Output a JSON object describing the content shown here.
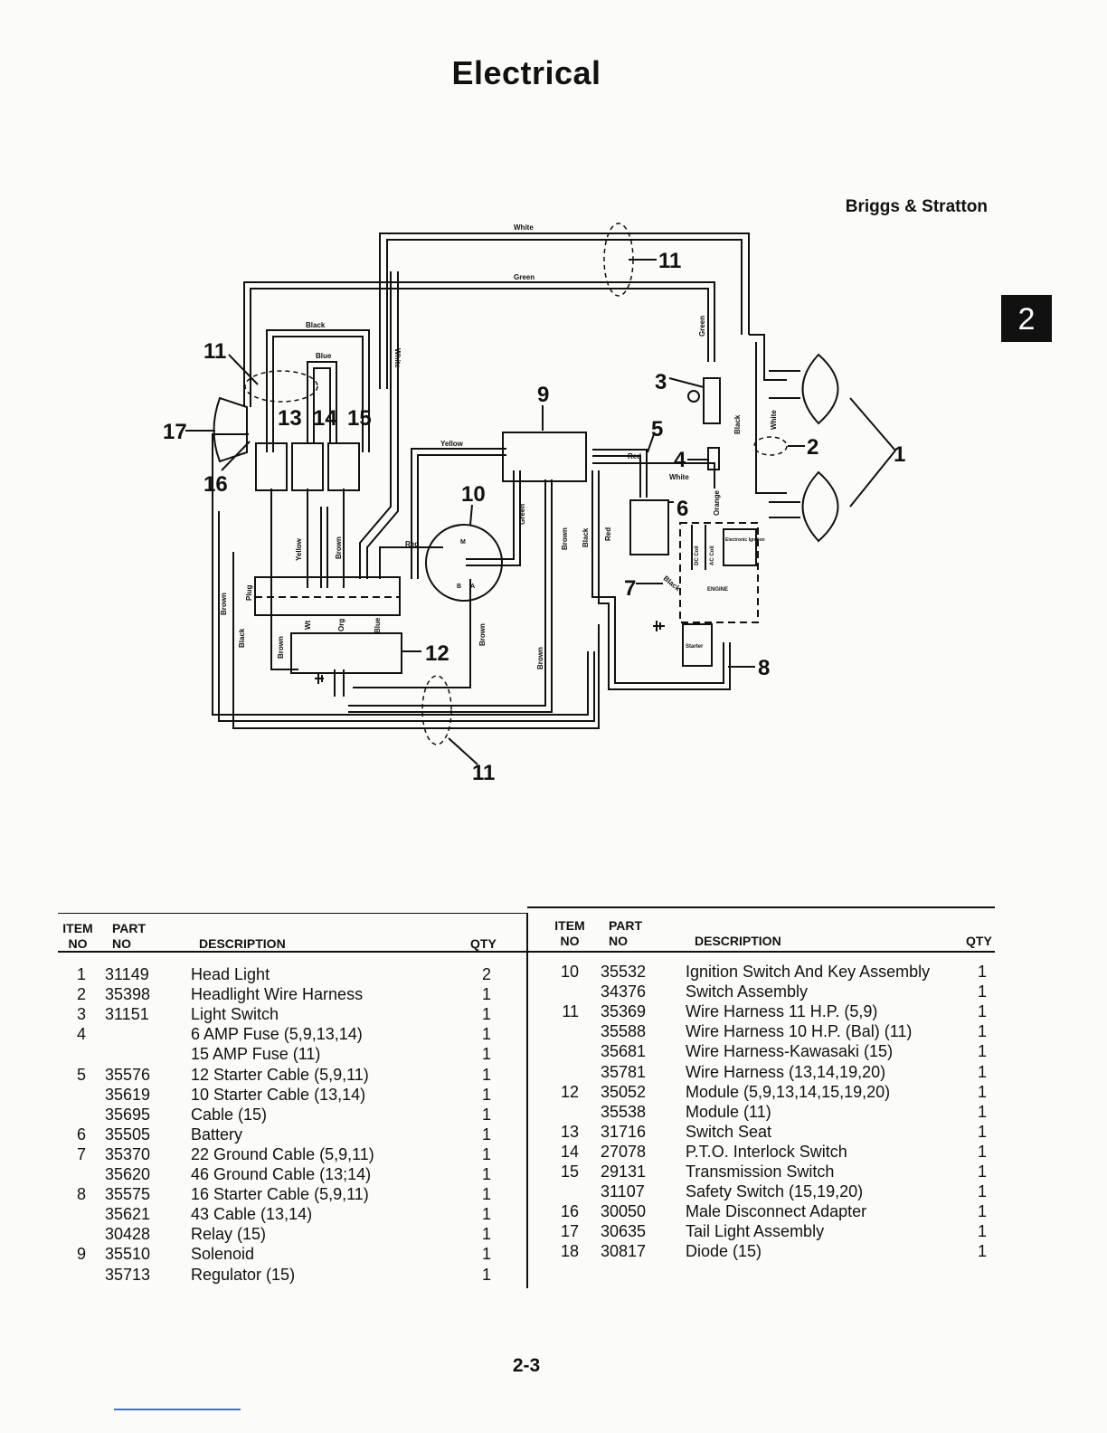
{
  "page": {
    "title": "Electrical",
    "brand": "Briggs & Stratton",
    "section_tab": "2",
    "page_number": "2-3"
  },
  "diagram": {
    "wire_labels": {
      "white_top": "White",
      "green_top": "Green",
      "black_top": "Black",
      "blue_top": "Blue",
      "white_vert": "White",
      "yellow_h": "Yellow",
      "red_h": "Red",
      "white_h": "White",
      "green_v": "Green",
      "black_v": "Black",
      "white_v": "White",
      "orange_v": "Orange",
      "red_ign": "Red",
      "yellow_v": "Yellow",
      "brown_v": "Brown",
      "green_mid": "Green",
      "brown_mid": "Brown",
      "black_mid": "Black",
      "red_mid": "Red",
      "brown_left": "Brown",
      "plug": "Plug",
      "black_left": "Black",
      "brown_low": "Brown",
      "wt": "Wt",
      "org": "Org",
      "blue_low": "Blue",
      "brown_r": "Brown",
      "brown_r2": "Brown",
      "black_diag": "Black",
      "dc_coil": "DC Coil",
      "ac_coil": "AC Coil",
      "electronic_ignition": "Electronic Ignition",
      "engine": "ENGINE",
      "starter": "Starter",
      "key_m": "M",
      "key_b": "B",
      "key_a": "A"
    },
    "callouts": {
      "c1": "1",
      "c2": "2",
      "c3": "3",
      "c4": "4",
      "c5": "5",
      "c6": "6",
      "c7": "7",
      "c8": "8",
      "c9": "9",
      "c10": "10",
      "c11a": "11",
      "c11b": "11",
      "c11c": "11",
      "c12": "12",
      "c13": "13",
      "c14": "14",
      "c15": "15",
      "c16": "16",
      "c17": "17"
    }
  },
  "parts_table": {
    "headers": {
      "item_line1": "ITEM",
      "item_line2": "NO",
      "part_line1": "PART",
      "part_line2": "NO",
      "description": "DESCRIPTION",
      "qty": "QTY"
    },
    "left": [
      {
        "item": "1",
        "part": "31149",
        "desc": "Head Light",
        "qty": "2"
      },
      {
        "item": "2",
        "part": "35398",
        "desc": "Headlight Wire Harness",
        "qty": "1"
      },
      {
        "item": "3",
        "part": "31151",
        "desc": "Light Switch",
        "qty": "1"
      },
      {
        "item": "4",
        "part": "",
        "desc": "6 AMP Fuse (5,9,13,14)",
        "qty": "1"
      },
      {
        "item": "",
        "part": "",
        "desc": "15 AMP Fuse (11)",
        "qty": "1"
      },
      {
        "item": "5",
        "part": "35576",
        "desc": "12 Starter Cable (5,9,11)",
        "qty": "1"
      },
      {
        "item": "",
        "part": "35619",
        "desc": "10 Starter Cable (13,14)",
        "qty": "1"
      },
      {
        "item": "",
        "part": "35695",
        "desc": "Cable (15)",
        "qty": "1"
      },
      {
        "item": "6",
        "part": "35505",
        "desc": "Battery",
        "qty": "1"
      },
      {
        "item": "7",
        "part": "35370",
        "desc": "22 Ground Cable (5,9,11)",
        "qty": "1"
      },
      {
        "item": "",
        "part": "35620",
        "desc": "46 Ground Cable (13;14)",
        "qty": "1"
      },
      {
        "item": "8",
        "part": "35575",
        "desc": "16 Starter Cable (5,9,11)",
        "qty": "1"
      },
      {
        "item": "",
        "part": "35621",
        "desc": "43 Cable (13,14)",
        "qty": "1"
      },
      {
        "item": "",
        "part": "30428",
        "desc": "Relay (15)",
        "qty": "1"
      },
      {
        "item": "9",
        "part": "35510",
        "desc": "Solenoid",
        "qty": "1"
      },
      {
        "item": "",
        "part": "35713",
        "desc": "Regulator (15)",
        "qty": "1"
      }
    ],
    "right": [
      {
        "item": "10",
        "part": "35532",
        "desc": "Ignition Switch And Key Assembly",
        "qty": "1"
      },
      {
        "item": "",
        "part": "34376",
        "desc": "Switch Assembly",
        "qty": "1"
      },
      {
        "item": "11",
        "part": "35369",
        "desc": "Wire Harness 11 H.P. (5,9)",
        "qty": "1"
      },
      {
        "item": "",
        "part": "35588",
        "desc": "Wire Harness 10 H.P. (Bal) (11)",
        "qty": "1"
      },
      {
        "item": "",
        "part": "35681",
        "desc": "Wire Harness-Kawasaki (15)",
        "qty": "1"
      },
      {
        "item": "",
        "part": "35781",
        "desc": "Wire Harness (13,14,19,20)",
        "qty": "1"
      },
      {
        "item": "12",
        "part": "35052",
        "desc": "Module (5,9,13,14,15,19,20)",
        "qty": "1"
      },
      {
        "item": "",
        "part": "35538",
        "desc": "Module (11)",
        "qty": "1"
      },
      {
        "item": "13",
        "part": "31716",
        "desc": "Switch Seat",
        "qty": "1"
      },
      {
        "item": "14",
        "part": "27078",
        "desc": "P.T.O. Interlock Switch",
        "qty": "1"
      },
      {
        "item": "15",
        "part": "29131",
        "desc": "Transmission Switch",
        "qty": "1"
      },
      {
        "item": "",
        "part": "31107",
        "desc": "Safety Switch (15,19,20)",
        "qty": "1"
      },
      {
        "item": "16",
        "part": "30050",
        "desc": "Male Disconnect Adapter",
        "qty": "1"
      },
      {
        "item": "17",
        "part": "30635",
        "desc": "Tail Light Assembly",
        "qty": "1"
      },
      {
        "item": "18",
        "part": "30817",
        "desc": "Diode (15)",
        "qty": "1"
      }
    ]
  }
}
